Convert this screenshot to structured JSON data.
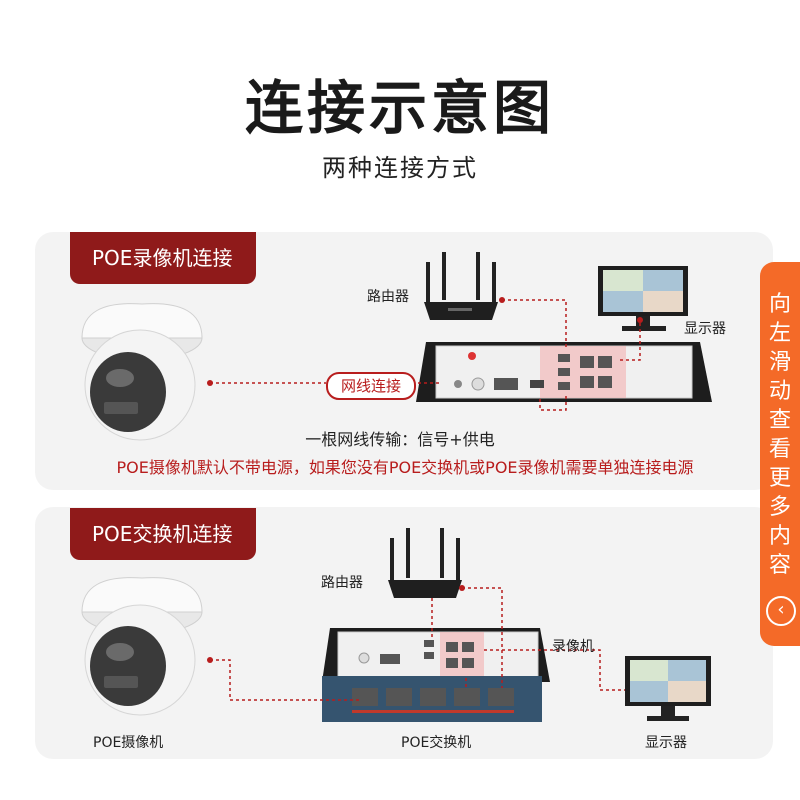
{
  "title": "连接示意图",
  "subtitle": "两种连接方式",
  "section1": {
    "tag": "POE录像机连接",
    "router_label": "路由器",
    "monitor_label": "显示器",
    "badge": "网线连接",
    "caption": "一根网线传输：信号+供电",
    "note": "POE摄像机默认不带电源，如果您没有POE交换机或POE录像机需要单独连接电源"
  },
  "section2": {
    "tag": "POE交换机连接",
    "router_label": "路由器",
    "nvr_label": "录像机",
    "camera_label": "POE摄像机",
    "switch_label": "POE交换机",
    "monitor_label": "显示器"
  },
  "side_tab": {
    "text": "向左滑动查看更多内容",
    "arrow_icon": "chevron-left-icon"
  },
  "colors": {
    "accent_red": "#8f1a1a",
    "line_red": "#b81d1d",
    "side_orange": "#f46a28",
    "switch_blue": "#35546f"
  }
}
